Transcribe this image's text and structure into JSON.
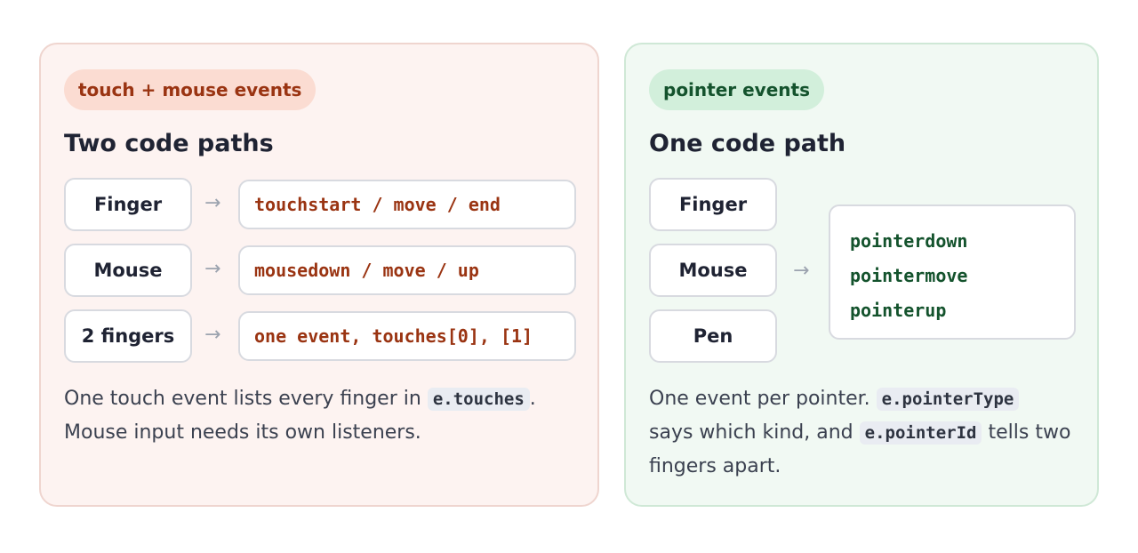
{
  "left": {
    "badge": "touch + mouse events",
    "title": "Two code paths",
    "rows": [
      {
        "input": "Finger",
        "events": "touchstart / move / end"
      },
      {
        "input": "Mouse",
        "events": "mousedown / move / up"
      },
      {
        "input": "2 fingers",
        "events": "one event, touches[0], [1]"
      }
    ],
    "arrow": "→",
    "note": {
      "p1": "One touch event lists every finger in ",
      "code1": "e.touches",
      "p2": ".",
      "p3": "Mouse input needs its own listeners."
    }
  },
  "right": {
    "badge": "pointer events",
    "title": "One code path",
    "inputs": [
      "Finger",
      "Mouse",
      "Pen"
    ],
    "arrow": "→",
    "events": [
      "pointerdown",
      "pointermove",
      "pointerup"
    ],
    "note": {
      "p1": "One event per pointer. ",
      "code1": "e.pointerType",
      "p2": "says which kind, and ",
      "code2": "e.pointerId",
      "p3": " tells two fingers apart."
    }
  },
  "colors": {
    "left_bg": "#fdf3f1",
    "left_accent": "#9a3412",
    "right_bg": "#f1f9f3",
    "right_accent": "#14532d"
  }
}
